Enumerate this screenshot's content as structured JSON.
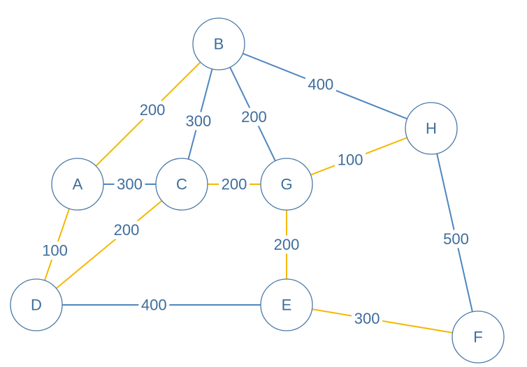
{
  "colors": {
    "tree_edge": "#f5b800",
    "other_edge": "#4f86bd",
    "node_stroke": "#4a78a6",
    "text": "#3e6d9b"
  },
  "nodes": [
    {
      "id": "A",
      "label": "A"
    },
    {
      "id": "B",
      "label": "B"
    },
    {
      "id": "C",
      "label": "C"
    },
    {
      "id": "D",
      "label": "D"
    },
    {
      "id": "E",
      "label": "E"
    },
    {
      "id": "F",
      "label": "F"
    },
    {
      "id": "G",
      "label": "G"
    },
    {
      "id": "H",
      "label": "H"
    }
  ],
  "edges": [
    {
      "from": "B",
      "to": "A",
      "weight": "200",
      "highlighted": true
    },
    {
      "from": "B",
      "to": "C",
      "weight": "300",
      "highlighted": false
    },
    {
      "from": "B",
      "to": "G",
      "weight": "200",
      "highlighted": false
    },
    {
      "from": "B",
      "to": "H",
      "weight": "400",
      "highlighted": false
    },
    {
      "from": "A",
      "to": "C",
      "weight": "300",
      "highlighted": false
    },
    {
      "from": "C",
      "to": "G",
      "weight": "200",
      "highlighted": true
    },
    {
      "from": "G",
      "to": "H",
      "weight": "100",
      "highlighted": true
    },
    {
      "from": "A",
      "to": "D",
      "weight": "100",
      "highlighted": true
    },
    {
      "from": "C",
      "to": "D",
      "weight": "200",
      "highlighted": true
    },
    {
      "from": "G",
      "to": "E",
      "weight": "200",
      "highlighted": true
    },
    {
      "from": "H",
      "to": "F",
      "weight": "500",
      "highlighted": false
    },
    {
      "from": "D",
      "to": "E",
      "weight": "400",
      "highlighted": false
    },
    {
      "from": "E",
      "to": "F",
      "weight": "300",
      "highlighted": true
    }
  ]
}
